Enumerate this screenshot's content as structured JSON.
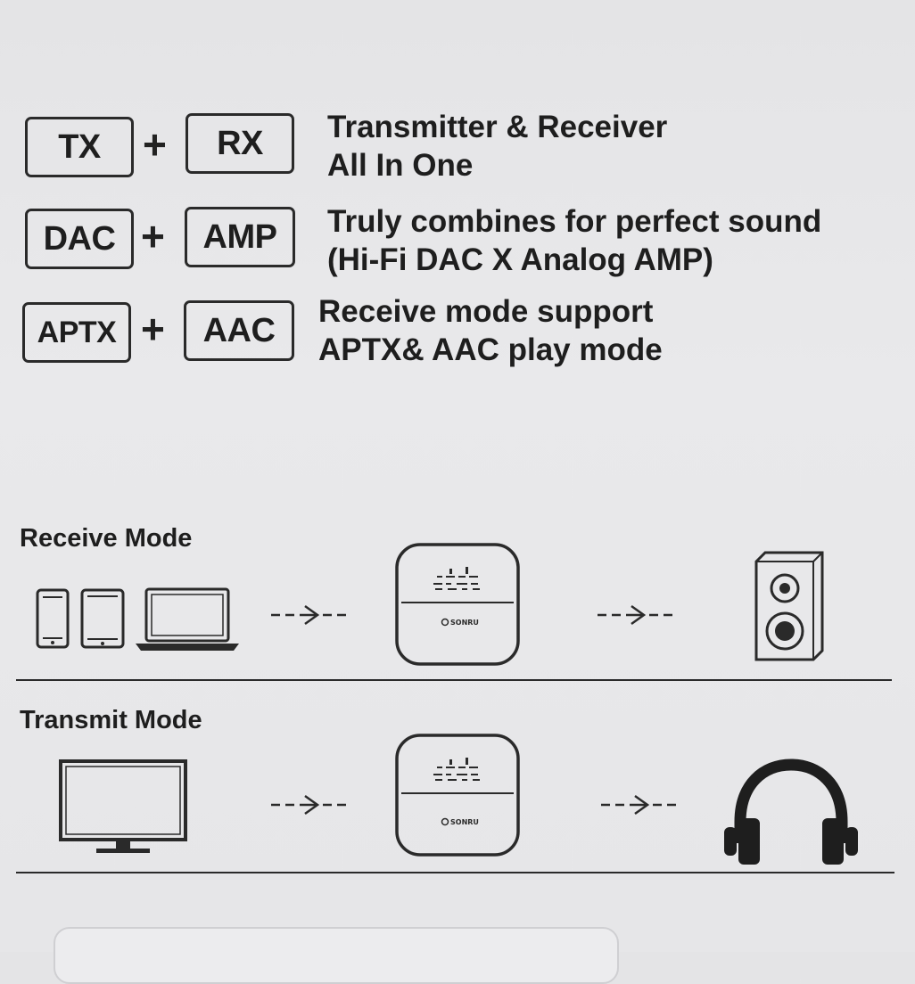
{
  "features": [
    {
      "left_tag": "TX",
      "right_tag": "RX",
      "plus": "+",
      "lines": [
        "Transmitter & Receiver",
        "All In One"
      ]
    },
    {
      "left_tag": "DAC",
      "right_tag": "AMP",
      "plus": "+",
      "lines": [
        "Truly combines for perfect sound",
        "(Hi-Fi DAC X Analog AMP)"
      ]
    },
    {
      "left_tag": "APTX",
      "right_tag": "AAC",
      "plus": "+",
      "lines": [
        "Receive mode support",
        "APTX& AAC play mode"
      ]
    }
  ],
  "modes": [
    {
      "title": "Receive Mode",
      "sources": [
        "phone-icon",
        "tablet-icon",
        "laptop-icon"
      ],
      "device": "bluetooth-device-icon",
      "output": "speaker-icon"
    },
    {
      "title": "Transmit Mode",
      "sources": [
        "monitor-icon"
      ],
      "device": "bluetooth-device-icon",
      "output": "headphones-icon"
    }
  ],
  "device_logo": "●SONRU",
  "colors": {
    "line": "#2a2a2a",
    "text": "#1e1e1e",
    "background": "#e6e6e8"
  }
}
